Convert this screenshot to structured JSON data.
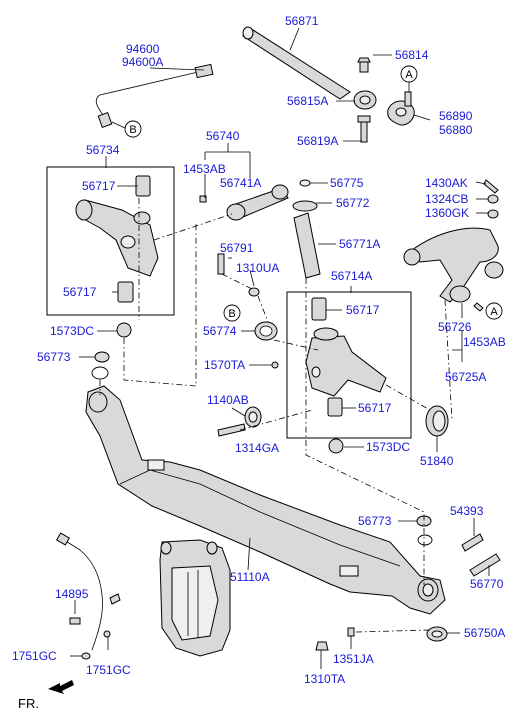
{
  "labels": {
    "p94600": "94600",
    "p94600A": "94600A",
    "p56871": "56871",
    "p56814": "56814",
    "p56815A": "56815A",
    "p56890": "56890",
    "p56880": "56880",
    "p56819A": "56819A",
    "p56740": "56740",
    "p56734": "56734",
    "p1453AB_top": "1453AB",
    "p56741A": "56741A",
    "p56717_a": "56717",
    "p56717_b": "56717",
    "p56775": "56775",
    "p56772": "56772",
    "p1430AK": "1430AK",
    "p1324CB": "1324CB",
    "p1360GK": "1360GK",
    "p56771A": "56771A",
    "p56791": "56791",
    "p1310UA": "1310UA",
    "p56714A": "56714A",
    "p56717_c": "56717",
    "p1573DC_left": "1573DC",
    "p56774": "56774",
    "p56726": "56726",
    "p56773_left": "56773",
    "p1570TA": "1570TA",
    "p1453AB_right": "1453AB",
    "p56725A": "56725A",
    "p1140AB": "1140AB",
    "p56717_d": "56717",
    "p1314GA": "1314GA",
    "p1573DC_right": "1573DC",
    "p51840": "51840",
    "p56773_right": "56773",
    "p54393": "54393",
    "p51110A": "51110A",
    "p56770": "56770",
    "p14895": "14895",
    "p56750A": "56750A",
    "p1751GC_left": "1751GC",
    "p1751GC_right": "1751GC",
    "p1351JA": "1351JA",
    "p1310TA": "1310TA"
  },
  "callouts": {
    "a_top": "A",
    "a_right": "A",
    "b_top": "B",
    "b_mid": "B"
  },
  "direction_label": "FR.",
  "colors": {
    "label_blue": "#1a1ad6",
    "line": "#000000",
    "part_fill": "#d9d9d9"
  }
}
